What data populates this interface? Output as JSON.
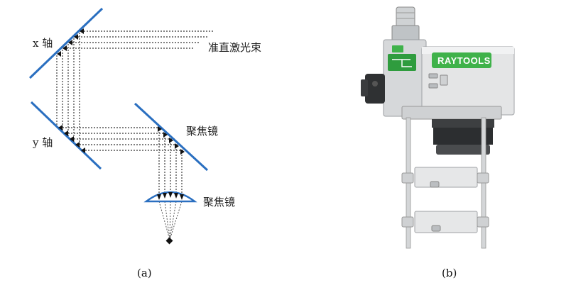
{
  "panel_a": {
    "x_axis_label": "x 轴",
    "y_axis_label": "y 轴",
    "collimated_beam_label": "准直激光束",
    "focus_mirror_label": "聚焦镜",
    "focus_lens_label": "聚焦镜",
    "caption": "(a)"
  },
  "panel_b": {
    "brand": "RAYTOOLS",
    "caption": "(b)"
  },
  "colors": {
    "mirror": "#2a6fc0",
    "beam": "#444444",
    "brand_green": "#3fb24a",
    "housing": "#e4e5e6"
  }
}
